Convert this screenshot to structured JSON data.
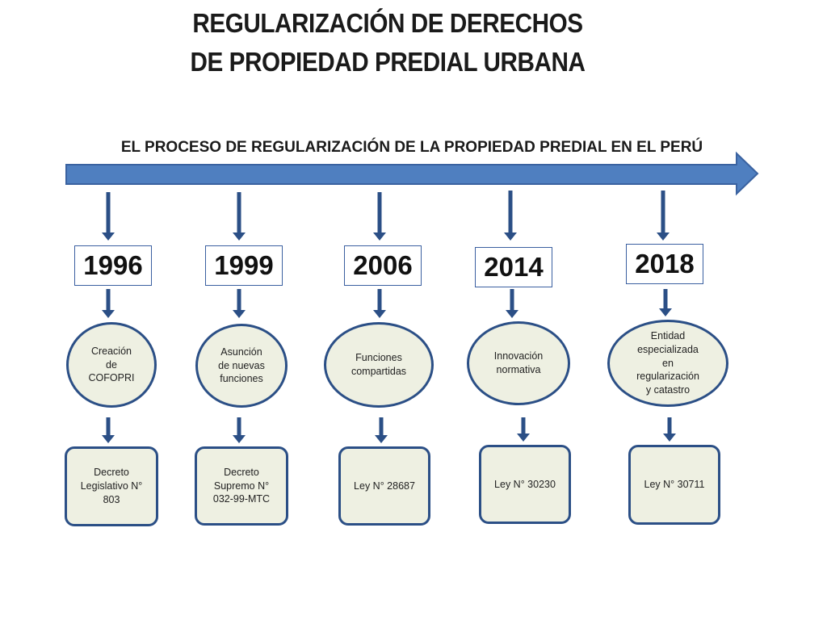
{
  "title": {
    "line1": "REGULARIZACIÓN DE DERECHOS",
    "line2": "DE PROPIEDAD PREDIAL URBANA"
  },
  "subtitle": "EL PROCESO DE REGULARIZACIÓN DE LA PROPIEDAD PREDIAL EN EL PERÚ",
  "colors": {
    "arrow_fill": "#4f7fc0",
    "arrow_stroke": "#3a62a0",
    "box_border": "#2b4f86",
    "box_fill": "#eef0e2"
  },
  "milestones": [
    {
      "year": "1996",
      "event": "Creación\nde\nCOFOPRI",
      "norm": "Decreto\nLegislativo N°\n803"
    },
    {
      "year": "1999",
      "event": "Asunción\nde nuevas\nfunciones",
      "norm": "Decreto\nSupremo N°\n032-99-MTC"
    },
    {
      "year": "2006",
      "event": "Funciones\ncompartidas",
      "norm": "Ley N° 28687"
    },
    {
      "year": "2014",
      "event": "Innovación\nnormativa",
      "norm": "Ley N° 30230"
    },
    {
      "year": "2018",
      "event": "Entidad\nespecializada\nen\nregularización\ny catastro",
      "norm": "Ley N° 30711"
    }
  ]
}
